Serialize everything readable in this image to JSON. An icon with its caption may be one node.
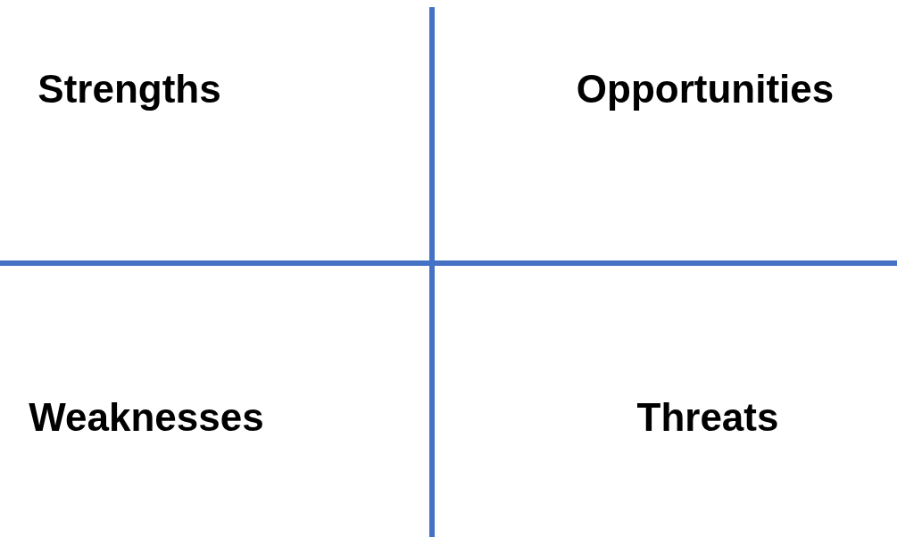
{
  "diagram": {
    "labels": [
      "Strengths",
      "Opportunities",
      "Weaknesses",
      "Threats"
    ]
  }
}
